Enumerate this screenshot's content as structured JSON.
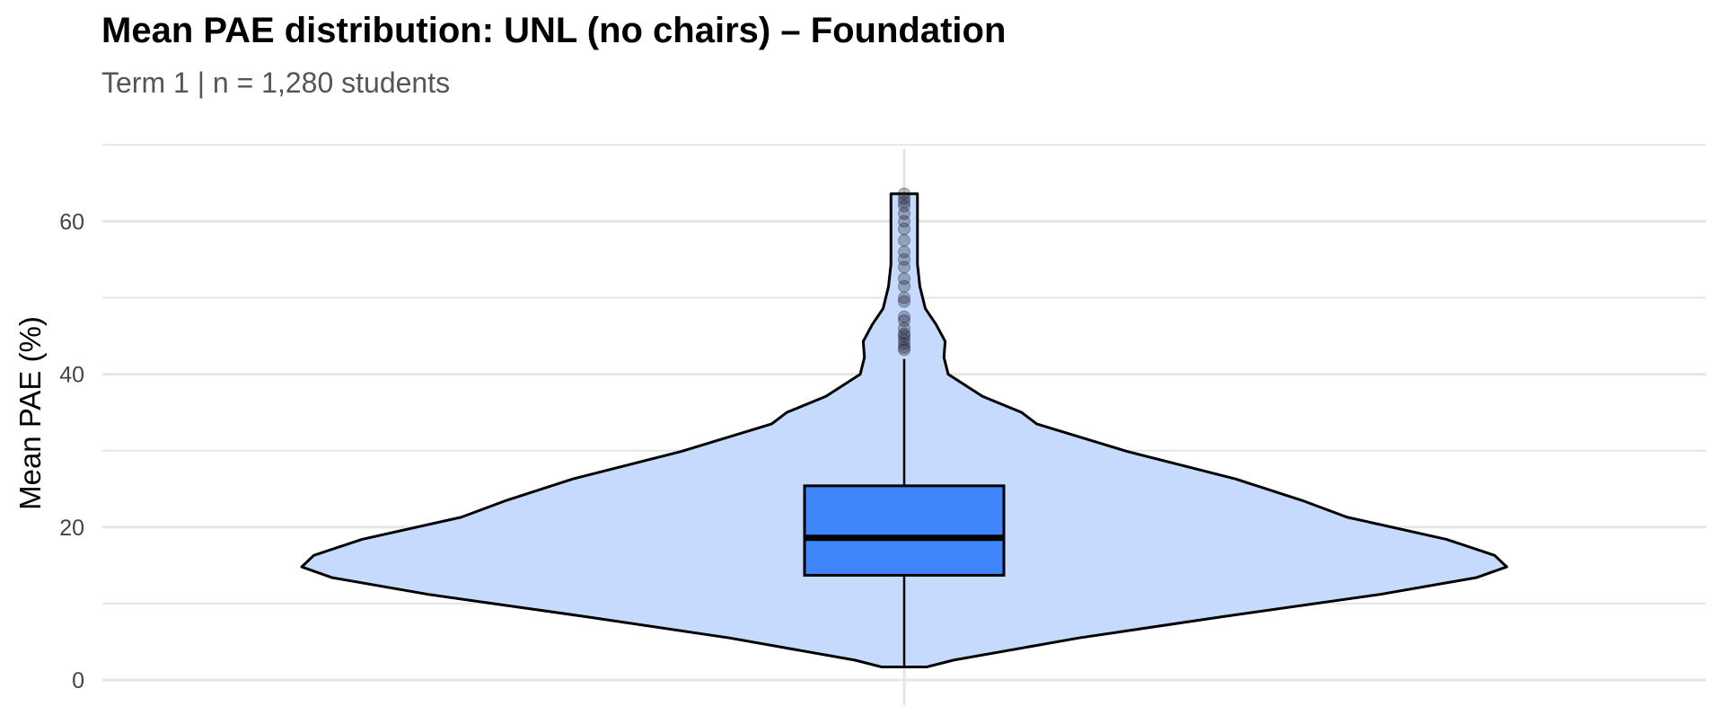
{
  "chart_data": {
    "type": "violin",
    "title": "Mean PAE distribution: UNL (no chairs) – Foundation",
    "subtitle": "Term 1 | n = 1,280 students",
    "xlabel": "",
    "ylabel": "Mean PAE (%)",
    "ylim": [
      -3,
      73
    ],
    "yticks": [
      0,
      20,
      40,
      60
    ],
    "y_minor_gridlines": [
      10,
      30,
      50,
      70
    ],
    "grid": true,
    "colors": {
      "violin_fill": "#c5dafd",
      "box_fill": "#3f86fd",
      "outline": "#000000",
      "grid": "#e6e6e6",
      "outlier": "#1a1a2a"
    },
    "violin_profile": {
      "y": [
        1.7,
        2.6,
        5.5,
        8.3,
        11.2,
        13.4,
        14.8,
        16.3,
        18.4,
        21.3,
        23.5,
        26.3,
        29.9,
        33.5,
        35,
        37.1,
        40,
        42.2,
        44.3,
        46.5,
        48.6,
        51.5,
        54.4,
        60.1,
        63.6
      ],
      "density": [
        0.037,
        0.082,
        0.29,
        0.53,
        0.79,
        0.95,
        1.0,
        0.98,
        0.9,
        0.735,
        0.66,
        0.55,
        0.37,
        0.22,
        0.195,
        0.13,
        0.073,
        0.066,
        0.068,
        0.053,
        0.035,
        0.026,
        0.022,
        0.022,
        0.022
      ]
    },
    "box": {
      "min": 1.7,
      "q1": 13.7,
      "median": 18.6,
      "q3": 25.4,
      "whisker_max": 42.0
    },
    "outliers": [
      43.2,
      43.5,
      44.0,
      44.5,
      45.0,
      45.3,
      46.0,
      47.0,
      47.5,
      49.5,
      50.0,
      51.5,
      52.5,
      54.0,
      55.0,
      56.0,
      57.5,
      59.0,
      60.0,
      61.0,
      62.0,
      62.5,
      63.0,
      63.6
    ]
  }
}
